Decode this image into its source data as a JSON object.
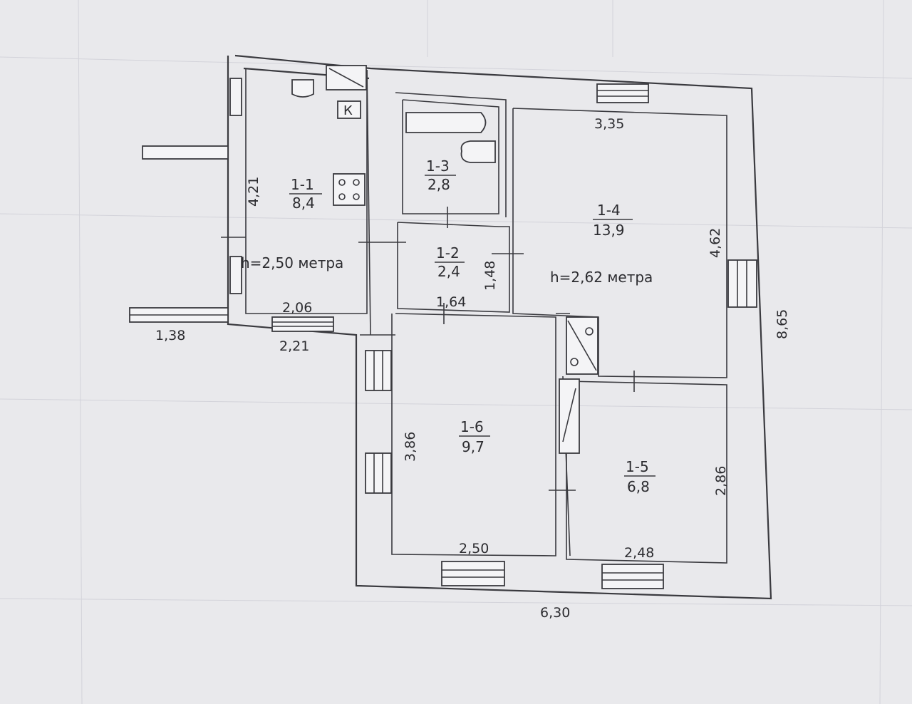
{
  "plan": {
    "rooms": [
      {
        "id": "1-1",
        "area": "8,4"
      },
      {
        "id": "1-2",
        "area": "2,4"
      },
      {
        "id": "1-3",
        "area": "2,8"
      },
      {
        "id": "1-4",
        "area": "13,9"
      },
      {
        "id": "1-5",
        "area": "6,8"
      },
      {
        "id": "1-6",
        "area": "9,7"
      }
    ],
    "heights": {
      "left": "h=2,50 метра",
      "right": "h=2,62 метра"
    },
    "dimensions": {
      "d421": "4,21",
      "d206": "2,06",
      "d138": "1,38",
      "d221": "2,21",
      "d335": "3,35",
      "d462": "4,62",
      "d865": "8,65",
      "d148": "1,48",
      "d164": "1,64",
      "d386": "3,86",
      "d250": "2,50",
      "d248": "2,48",
      "d286": "2,86",
      "d630": "6,30"
    },
    "fixtures": {
      "stove_letter": "К"
    }
  }
}
